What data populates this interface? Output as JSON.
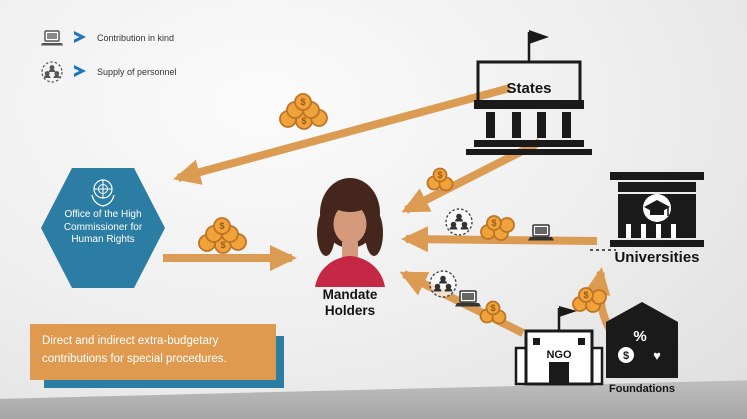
{
  "legend": {
    "items": [
      {
        "icon": "laptop-icon",
        "label": "Contribution in kind"
      },
      {
        "icon": "personnel-icon",
        "label": "Supply of personnel"
      }
    ]
  },
  "nodes": {
    "ohchr": "Office of the High Commissioner for Human Rights",
    "mandate_holders": "Mandate Holders",
    "states": "States",
    "universities": "Universities",
    "ngo": "NGO",
    "foundations": "Foundations"
  },
  "icons": {
    "coin_symbol": "$",
    "foundations_percent": "%",
    "foundations_dollar": "$",
    "foundations_heart": "♥"
  },
  "caption": "Direct and indirect extra-budgetary contributions for special procedures.",
  "colors": {
    "arrow_orange": "#DB9B52",
    "coin_orange": "#F0A33B",
    "hexagon_blue": "#2B7DA4",
    "caption_orange": "#DF9A50",
    "caption_shadow_blue": "#2B7DA4",
    "legend_chevron_blue": "#1B76BC",
    "icon_black": "#1A1A1A"
  }
}
